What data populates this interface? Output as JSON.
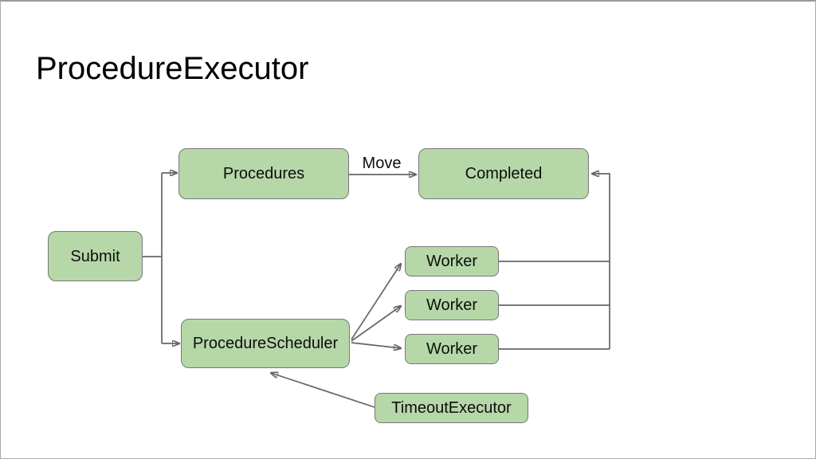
{
  "slide": {
    "title": "ProcedureExecutor"
  },
  "diagram": {
    "nodes": {
      "submit": {
        "label": "Submit"
      },
      "procedures": {
        "label": "Procedures"
      },
      "completed": {
        "label": "Completed"
      },
      "scheduler": {
        "label": "ProcedureScheduler"
      },
      "worker1": {
        "label": "Worker"
      },
      "worker2": {
        "label": "Worker"
      },
      "worker3": {
        "label": "Worker"
      },
      "timeout": {
        "label": "TimeoutExecutor"
      }
    },
    "edge_labels": {
      "move": "Move"
    },
    "edges": [
      {
        "from": "Submit",
        "to": "Procedures"
      },
      {
        "from": "Submit",
        "to": "ProcedureScheduler"
      },
      {
        "from": "Procedures",
        "to": "Completed",
        "label": "Move"
      },
      {
        "from": "ProcedureScheduler",
        "to": "Worker (top)"
      },
      {
        "from": "ProcedureScheduler",
        "to": "Worker (middle)"
      },
      {
        "from": "ProcedureScheduler",
        "to": "Worker (bottom)"
      },
      {
        "from": "Worker (top)",
        "to": "Completed"
      },
      {
        "from": "Worker (middle)",
        "to": "Completed"
      },
      {
        "from": "Worker (bottom)",
        "to": "Completed"
      },
      {
        "from": "TimeoutExecutor",
        "to": "ProcedureScheduler"
      }
    ],
    "colors": {
      "node_fill": "#b6d7a8",
      "node_border": "#777777",
      "connector": "#666666",
      "slide_border": "#a9a9a9",
      "slide_bg": "#ffffff"
    }
  }
}
